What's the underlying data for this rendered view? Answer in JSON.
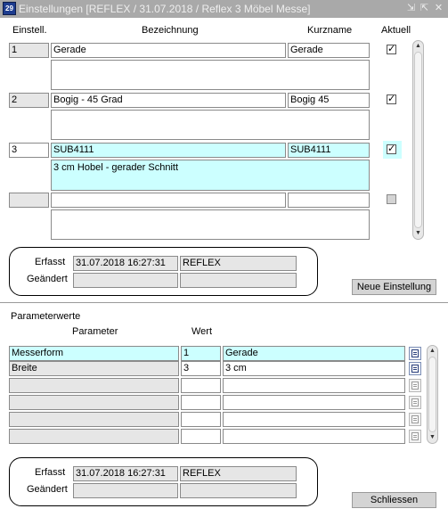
{
  "window": {
    "title": "Einstellungen  [REFLEX / 31.07.2018 / Reflex 3 Möbel Messe]",
    "app_icon_text": "29",
    "minimize_glyph": "⇲",
    "maximize_glyph": "⇱",
    "close_glyph": "✕"
  },
  "settings": {
    "columns": {
      "einstell": "Einstell.",
      "bezeichnung": "Bezeichnung",
      "kurzname": "Kurzname",
      "aktuell": "Aktuell"
    },
    "rows": [
      {
        "nr": "1",
        "bezeichnung": "Gerade",
        "kurzname": "Gerade",
        "beschreibung": "",
        "aktuell": true
      },
      {
        "nr": "2",
        "bezeichnung": "Bogig - 45 Grad",
        "kurzname": "Bogig 45",
        "beschreibung": "",
        "aktuell": true
      },
      {
        "nr": "3",
        "bezeichnung": "SUB4111",
        "kurzname": "SUB4111",
        "beschreibung": "3 cm Hobel - gerader Schnitt",
        "aktuell": true
      },
      {
        "nr": "",
        "bezeichnung": "",
        "kurzname": "",
        "beschreibung": "",
        "aktuell": false
      }
    ],
    "audit": {
      "erfasst_label": "Erfasst",
      "geaendert_label": "Geändert",
      "erfasst_datum": "31.07.2018 16:27:31",
      "erfasst_user": "REFLEX",
      "geaendert_datum": "",
      "geaendert_user": ""
    },
    "new_button_label": "Neue Einstellung"
  },
  "parameters": {
    "section_title": "Parameterwerte",
    "columns": {
      "parameter": "Parameter",
      "wert": "Wert"
    },
    "rows": [
      {
        "parameter": "Messerform",
        "nr": "1",
        "wert": "Gerade"
      },
      {
        "parameter": "Breite",
        "nr": "3",
        "wert": "3 cm"
      },
      {
        "parameter": "",
        "nr": "",
        "wert": ""
      },
      {
        "parameter": "",
        "nr": "",
        "wert": ""
      },
      {
        "parameter": "",
        "nr": "",
        "wert": ""
      }
    ],
    "audit": {
      "erfasst_label": "Erfasst",
      "geaendert_label": "Geändert",
      "erfasst_datum": "31.07.2018 16:27:31",
      "erfasst_user": "REFLEX",
      "geaendert_datum": "",
      "geaendert_user": ""
    },
    "close_button_label": "Schliessen"
  },
  "colors": {
    "titlebar": "#a9a9a9",
    "current_record": "#ccffff",
    "readonly_field": "#e6e6e6",
    "button": "#d4d4d4"
  },
  "icons": {
    "scroll_up": "chevron-up-icon",
    "scroll_down": "chevron-down-icon",
    "list_of_values": "list-of-values-icon",
    "checkbox_checked": "checkmark-icon"
  }
}
